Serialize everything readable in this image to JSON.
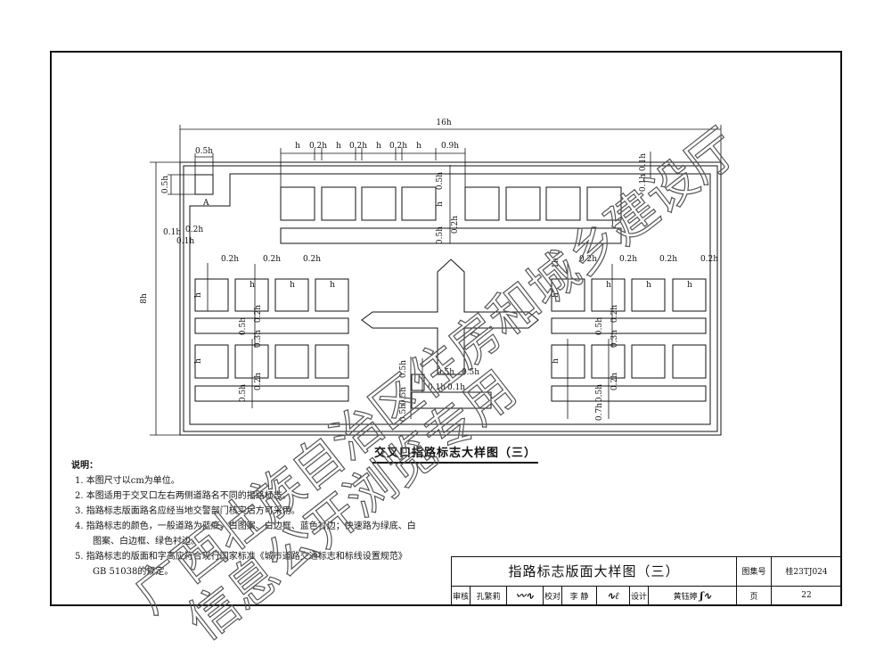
{
  "drawing": {
    "title": "交叉口指路标志大样图（三）",
    "dims": {
      "total_width": "16h",
      "total_height": "8h",
      "top_labels": [
        "h",
        "0.2h",
        "h",
        "0.2h",
        "h",
        "0.2h",
        "h",
        "0.9h"
      ],
      "corner_05h": "0.5h",
      "right_01h_a": "0.1h",
      "right_01h_b": "0.1h",
      "a_mark": "A",
      "left_02h": "0.2h",
      "left_01h_a": "0.1h",
      "left_01h_b": "0.1h",
      "row2_labels": [
        "0.2h",
        "0.2h",
        "0.2h"
      ],
      "h": "h",
      "onehalf": "1h",
      "v05h": "0.5h",
      "v03h": "0.3h",
      "v07h": "0.7h",
      "center_labels": [
        "0.5h",
        "0.5h",
        "0.5h",
        "0.1h",
        "0.1h"
      ]
    }
  },
  "notes": {
    "heading": "说明：",
    "items": [
      "1. 本图尺寸以cm为单位。",
      "2. 本图适用于交叉口左右两侧道路名不同的指路标志。",
      "3. 指路标志版面路名应经当地交警部门核实后方可采用。",
      "4. 指路标志的颜色，一般道路为蓝底、白图案、白边框、蓝色衬边；快速路为绿底、白",
      "5. 指路标志的版面和字高应符合现行国家标准《城市道路交通标志和标线设置规范》"
    ],
    "item4_cont": "图案、白边框、绿色衬边。",
    "item5_cont": "GB 51038的规定。"
  },
  "title_block": {
    "title": "指路标志版面大样图（三）",
    "atlas_label": "图集号",
    "atlas_no": "桂23TJ024",
    "review_label": "审核",
    "reviewer": "孔繁莉",
    "check_label": "校对",
    "checker": "李 静",
    "design_label": "设计",
    "designer": "黄钰婷",
    "page_label": "页",
    "page_no": "22"
  },
  "watermark": {
    "line1": "广西壮族自治区住房和城乡建设厅",
    "line2": "信息公开浏览专用"
  }
}
